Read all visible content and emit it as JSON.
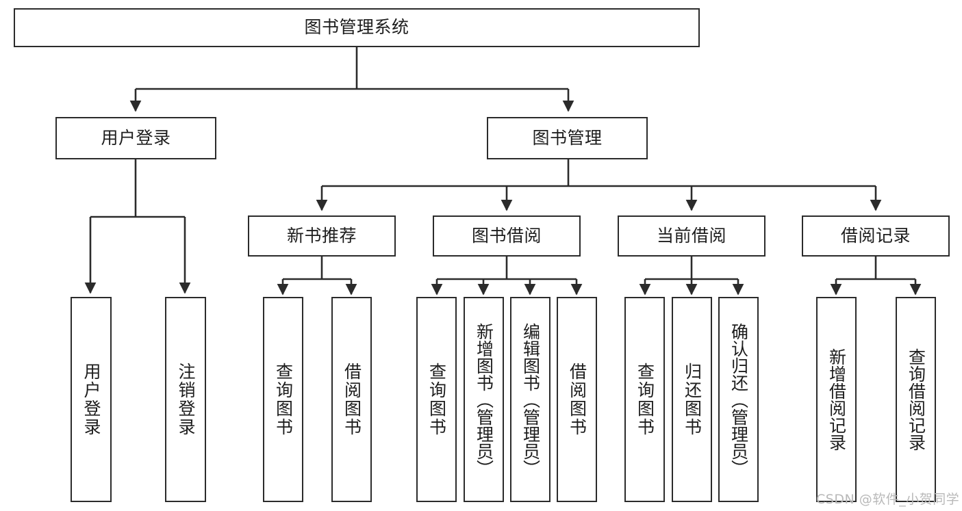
{
  "diagram": {
    "type": "tree-hierarchy-chart",
    "title": "图书管理系统",
    "background_color": "#ffffff",
    "line_color": "#2b2b2b",
    "text_color": "#1d1d1d",
    "levels": {
      "root": {
        "label": "图书管理系统"
      },
      "level2": [
        {
          "label": "用户登录"
        },
        {
          "label": "图书管理"
        }
      ],
      "level3": [
        {
          "label": "新书推荐"
        },
        {
          "label": "图书借阅"
        },
        {
          "label": "当前借阅"
        },
        {
          "label": "借阅记录"
        }
      ],
      "leaves": [
        {
          "label": "用户登录",
          "parent": "用户登录"
        },
        {
          "label": "注销登录",
          "parent": "用户登录"
        },
        {
          "label": "查询图书",
          "parent": "新书推荐"
        },
        {
          "label": "借阅图书",
          "parent": "新书推荐"
        },
        {
          "label": "查询图书",
          "parent": "图书借阅"
        },
        {
          "label": "新增图书（管理员）",
          "parent": "图书借阅"
        },
        {
          "label": "编辑图书（管理员）",
          "parent": "图书借阅"
        },
        {
          "label": "借阅图书",
          "parent": "图书借阅"
        },
        {
          "label": "查询图书",
          "parent": "当前借阅"
        },
        {
          "label": "归还图书",
          "parent": "当前借阅"
        },
        {
          "label": "确认归还（管理员）",
          "parent": "当前借阅"
        },
        {
          "label": "新增借阅记录",
          "parent": "借阅记录"
        },
        {
          "label": "查询借阅记录",
          "parent": "借阅记录"
        }
      ]
    }
  },
  "watermark": {
    "text": "CSDN @软件_小贺同学"
  }
}
